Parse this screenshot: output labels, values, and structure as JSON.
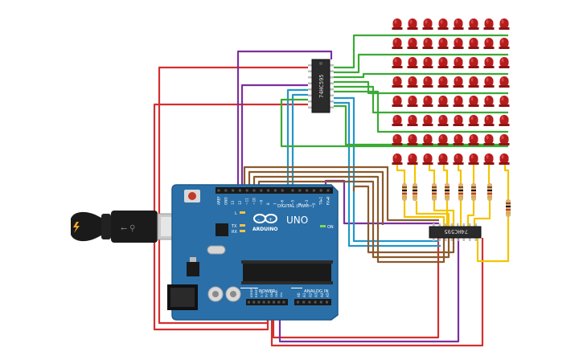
{
  "board": {
    "brand": "ARDUINO",
    "model": "UNO",
    "digital_header_label": "DIGITAL (PWM~)",
    "power_label": "POWER",
    "analog_label": "ANALOG IN",
    "led_l": "L",
    "led_tx": "TX",
    "led_rx": "RX",
    "led_on": "ON",
    "digital_pins": [
      "AREF",
      "GND",
      "13",
      "12",
      "~11",
      "~10",
      "~9",
      "8",
      "7",
      "~6",
      "~5",
      "4",
      "~3",
      "2",
      "TX▸1",
      "RX◂0"
    ],
    "power_pins": [
      "IOREF",
      "RESET",
      "3.3V",
      "5V",
      "GND",
      "GND",
      "Vin"
    ],
    "analog_pins": [
      "A0",
      "A1",
      "A2",
      "A3",
      "A4",
      "A5"
    ]
  },
  "chips": {
    "top": "74HC595",
    "bottom": "74HC595"
  },
  "led_matrix": {
    "rows": 8,
    "cols": 8,
    "color": "#b71c1c"
  },
  "resistors": {
    "count": 8
  },
  "colors": {
    "board": "#2a6fa8",
    "wire_red": "#d32f2f",
    "wire_purple": "#7b2fa0",
    "wire_green": "#3aaa35",
    "wire_blue": "#2296c9",
    "wire_brown": "#8b5a2b",
    "wire_yellow": "#f2c400"
  }
}
